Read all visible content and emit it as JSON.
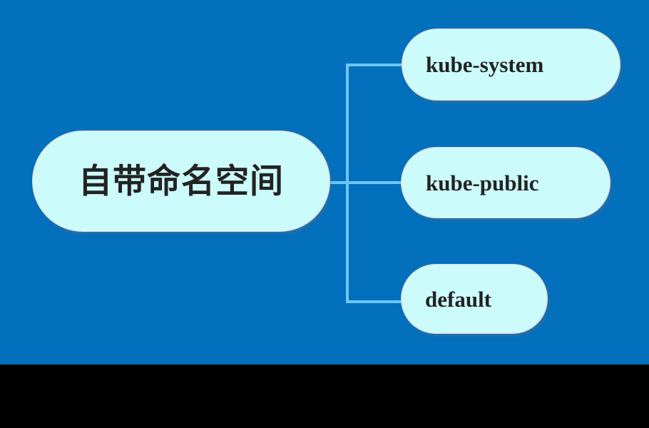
{
  "slide": {
    "background_color": "#0270bc",
    "letterbox_color": "#000000",
    "node_fill_color": "#ccfbfc",
    "node_text_color": "#232323",
    "connector_color": "#6ec6f5"
  },
  "diagram": {
    "type": "mind-map",
    "root": {
      "label": "自带命名空间"
    },
    "children": [
      {
        "label": "kube-system"
      },
      {
        "label": "kube-public"
      },
      {
        "label": "default"
      }
    ]
  }
}
